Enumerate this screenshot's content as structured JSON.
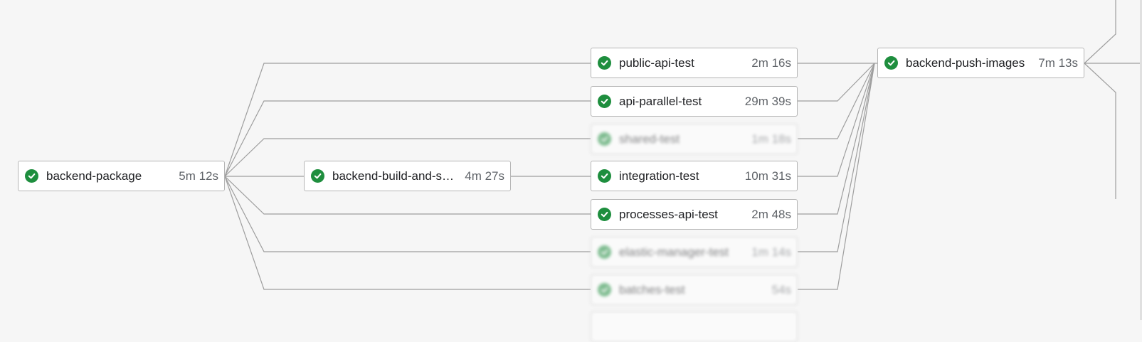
{
  "colors": {
    "background": "#f6f6f6",
    "edge": "#9e9e9e",
    "success": "#1e8e3e"
  },
  "pipeline": {
    "jobs": [
      {
        "id": "backend-package",
        "name": "backend-package",
        "duration": "5m 12s",
        "status": "success",
        "status_icon": "check-circle-icon",
        "obscured": false
      },
      {
        "id": "backend-build-and-save",
        "name": "backend-build-and-sa…",
        "duration": "4m 27s",
        "status": "success",
        "status_icon": "check-circle-icon",
        "obscured": false
      },
      {
        "id": "public-api-test",
        "name": "public-api-test",
        "duration": "2m 16s",
        "status": "success",
        "status_icon": "check-circle-icon",
        "obscured": false
      },
      {
        "id": "api-parallel-test",
        "name": "api-parallel-test",
        "duration": "29m 39s",
        "status": "success",
        "status_icon": "check-circle-icon",
        "obscured": false
      },
      {
        "id": "shared-test",
        "name": "shared-test",
        "duration": "1m 18s",
        "status": "success",
        "status_icon": "check-circle-icon",
        "obscured": true
      },
      {
        "id": "integration-test",
        "name": "integration-test",
        "duration": "10m 31s",
        "status": "success",
        "status_icon": "check-circle-icon",
        "obscured": false
      },
      {
        "id": "processes-api-test",
        "name": "processes-api-test",
        "duration": "2m 48s",
        "status": "success",
        "status_icon": "check-circle-icon",
        "obscured": false
      },
      {
        "id": "elastic-manager-test",
        "name": "elastic-manager-test",
        "duration": "1m 14s",
        "status": "success",
        "status_icon": "check-circle-icon",
        "obscured": true
      },
      {
        "id": "batches-test",
        "name": "batches-test",
        "duration": "54s",
        "status": "success",
        "status_icon": "check-circle-icon",
        "obscured": true
      },
      {
        "id": "backend-push-images",
        "name": "backend-push-images",
        "duration": "7m 13s",
        "status": "success",
        "status_icon": "check-circle-icon",
        "obscured": false
      }
    ]
  }
}
